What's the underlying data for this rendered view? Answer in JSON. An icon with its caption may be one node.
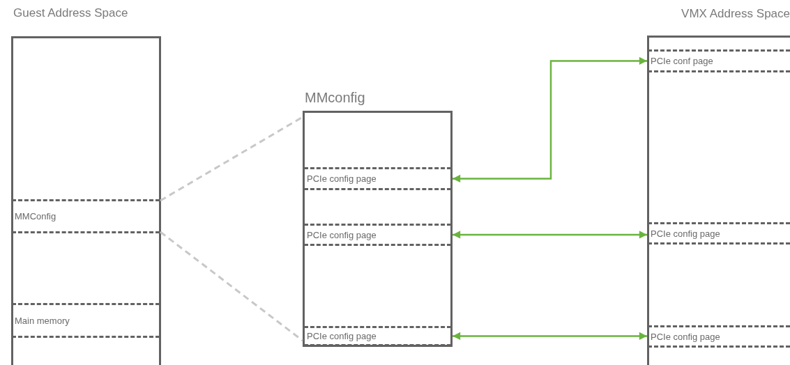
{
  "diagram": {
    "nodes": [
      {
        "text": [
          "Guest Address Space"
        ]
      },
      {
        "text": [
          "MMConfig"
        ],
        "in": 0
      },
      {
        "text": [
          "Main memory"
        ],
        "in": 0
      },
      {
        "text": [
          "MMconfig"
        ]
      },
      {
        "text": [
          "PCIe config page"
        ],
        "in": 3
      },
      {
        "text": [
          "PCIe config page"
        ],
        "in": 3
      },
      {
        "text": [
          "PCIe config page"
        ],
        "in": 3
      },
      {
        "text": [
          "VMX Address Space"
        ]
      },
      {
        "text": [
          "PCIe conf page"
        ],
        "in": 7
      },
      {
        "text": [
          "PCIe config page"
        ],
        "in": 7
      },
      {
        "text": [
          "PCIe config page"
        ],
        "in": 7
      }
    ],
    "edges": [
      {
        "from": 1,
        "to": 3,
        "arrow": "none",
        "style": "dashed",
        "color": "#c8c8c8"
      },
      {
        "from": 1,
        "to": 3,
        "arrow": "none",
        "style": "dashed",
        "color": "#c8c8c8"
      },
      {
        "from": 4,
        "to": 8,
        "arrow": "both"
      },
      {
        "from": 5,
        "to": 9,
        "arrow": "both"
      },
      {
        "from": 6,
        "to": 10,
        "arrow": "both"
      }
    ]
  }
}
